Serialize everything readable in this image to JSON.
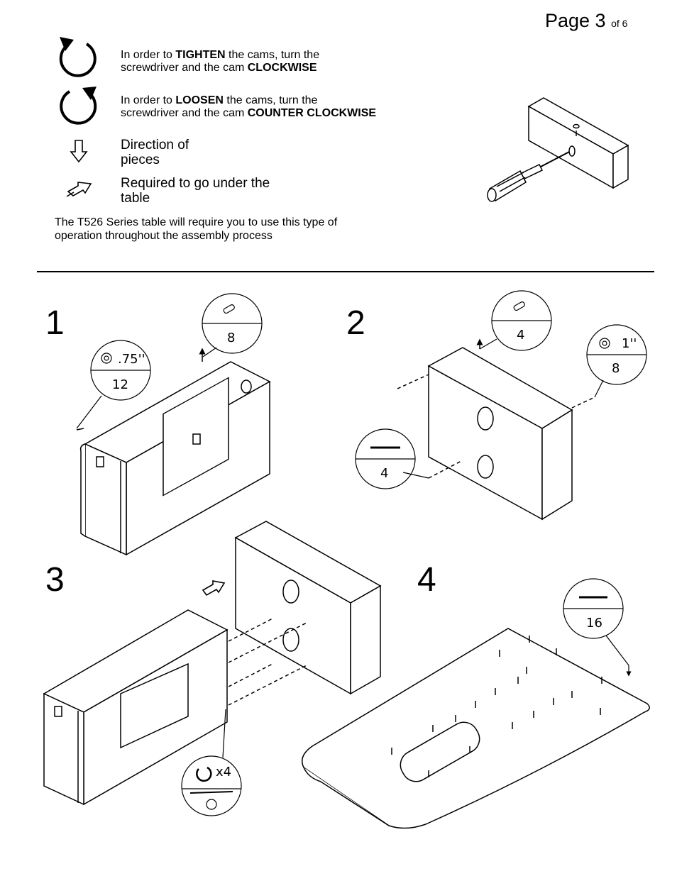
{
  "page": {
    "label": "Page 3",
    "of": "of 6"
  },
  "legend": {
    "tighten": {
      "pre": "In order to ",
      "strong": "TIGHTEN",
      "post": " the cams, turn the",
      "line2": "screwdriver and the cam ",
      "line2_strong": "CLOCKWISE",
      "icon": "clockwise-arrow-icon"
    },
    "loosen": {
      "pre": "In order to ",
      "strong": "LOOSEN",
      "post": " the cams, turn the",
      "line2": "screwdriver and the cam ",
      "line2_strong": "COUNTER CLOCKWISE",
      "icon": "counter-clockwise-arrow-icon"
    },
    "direction": {
      "line1": "Direction of",
      "line2": "pieces",
      "icon": "down-arrow-icon"
    },
    "under": {
      "line1": "Required to go under the",
      "line2": "table",
      "icon": "under-arrow-icon"
    }
  },
  "note": "The T526 Series table will require you to use this type of operation throughout the assembly process",
  "steps": [
    {
      "number": "1",
      "callouts": [
        {
          "size": ".75''",
          "qty": "12"
        },
        {
          "qty": "8"
        }
      ]
    },
    {
      "number": "2",
      "callouts": [
        {
          "qty": "4"
        },
        {
          "size": "1''",
          "qty": "8"
        },
        {
          "qty": "4"
        }
      ]
    },
    {
      "number": "3",
      "callouts": [
        {
          "qty": "x4"
        }
      ]
    },
    {
      "number": "4",
      "callouts": [
        {
          "qty": "16"
        }
      ]
    }
  ]
}
